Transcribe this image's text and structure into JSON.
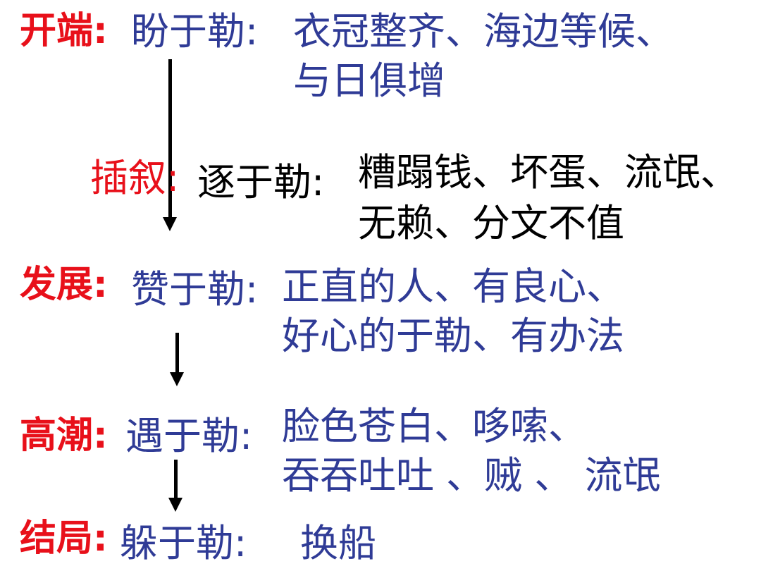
{
  "stages": [
    {
      "label": "开端:",
      "name": "盼于勒:",
      "lines": [
        "衣冠整齐、海边等候、",
        "与日俱增"
      ]
    },
    {
      "label": "插叙:",
      "name": "逐于勒:",
      "lines": [
        "糟蹋钱、坏蛋、流氓、",
        "无赖、分文不值"
      ]
    },
    {
      "label": "发展:",
      "name": "赞于勒:",
      "lines": [
        "正直的人、有良心、",
        "好心的于勒、有办法"
      ]
    },
    {
      "label": "高潮:",
      "name": "遇于勒:",
      "lines": [
        "脸色苍白、哆嗦、",
        "吞吞吐吐 、贼 、 流氓"
      ]
    },
    {
      "label": "结局:",
      "name": "躲于勒:",
      "lines": [
        "换船"
      ]
    }
  ],
  "colors": {
    "stage_label": "#e8101a",
    "main_text": "#2f3b96",
    "flashback_text": "#000000",
    "arrow": "#000000"
  }
}
